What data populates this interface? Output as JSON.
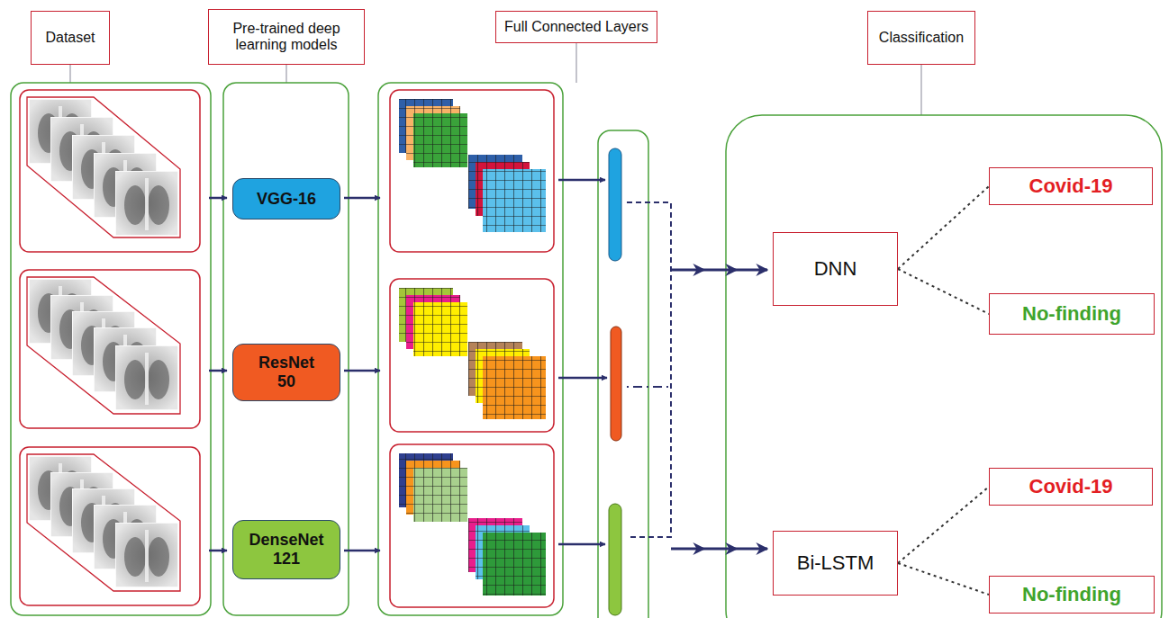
{
  "diagram": {
    "nodes": [
      {
        "text": [
          "Dataset"
        ]
      },
      {
        "text": [
          "Pre-trained deep learning models"
        ]
      },
      {
        "text": [
          "Full Connected Layers"
        ]
      },
      {
        "text": [
          "Classification"
        ]
      },
      {
        "text": [
          "VGG-16"
        ]
      },
      {
        "text": [
          "ResNet 50"
        ]
      },
      {
        "text": [
          "DenseNet 121"
        ]
      },
      {
        "text": [
          "DNN"
        ]
      },
      {
        "text": [
          "Covid-19"
        ]
      },
      {
        "text": [
          "No-finding"
        ]
      },
      {
        "text": [
          "Bi-LSTM"
        ]
      },
      {
        "text": [
          "Covid-19"
        ]
      },
      {
        "text": [
          "No-finding"
        ]
      }
    ],
    "edges": [
      {
        "from": 7,
        "to": 8,
        "arrow": "none"
      },
      {
        "from": 7,
        "to": 9,
        "arrow": "none"
      },
      {
        "from": 10,
        "to": 11,
        "arrow": "none"
      },
      {
        "from": 10,
        "to": 12,
        "arrow": "none"
      }
    ]
  }
}
